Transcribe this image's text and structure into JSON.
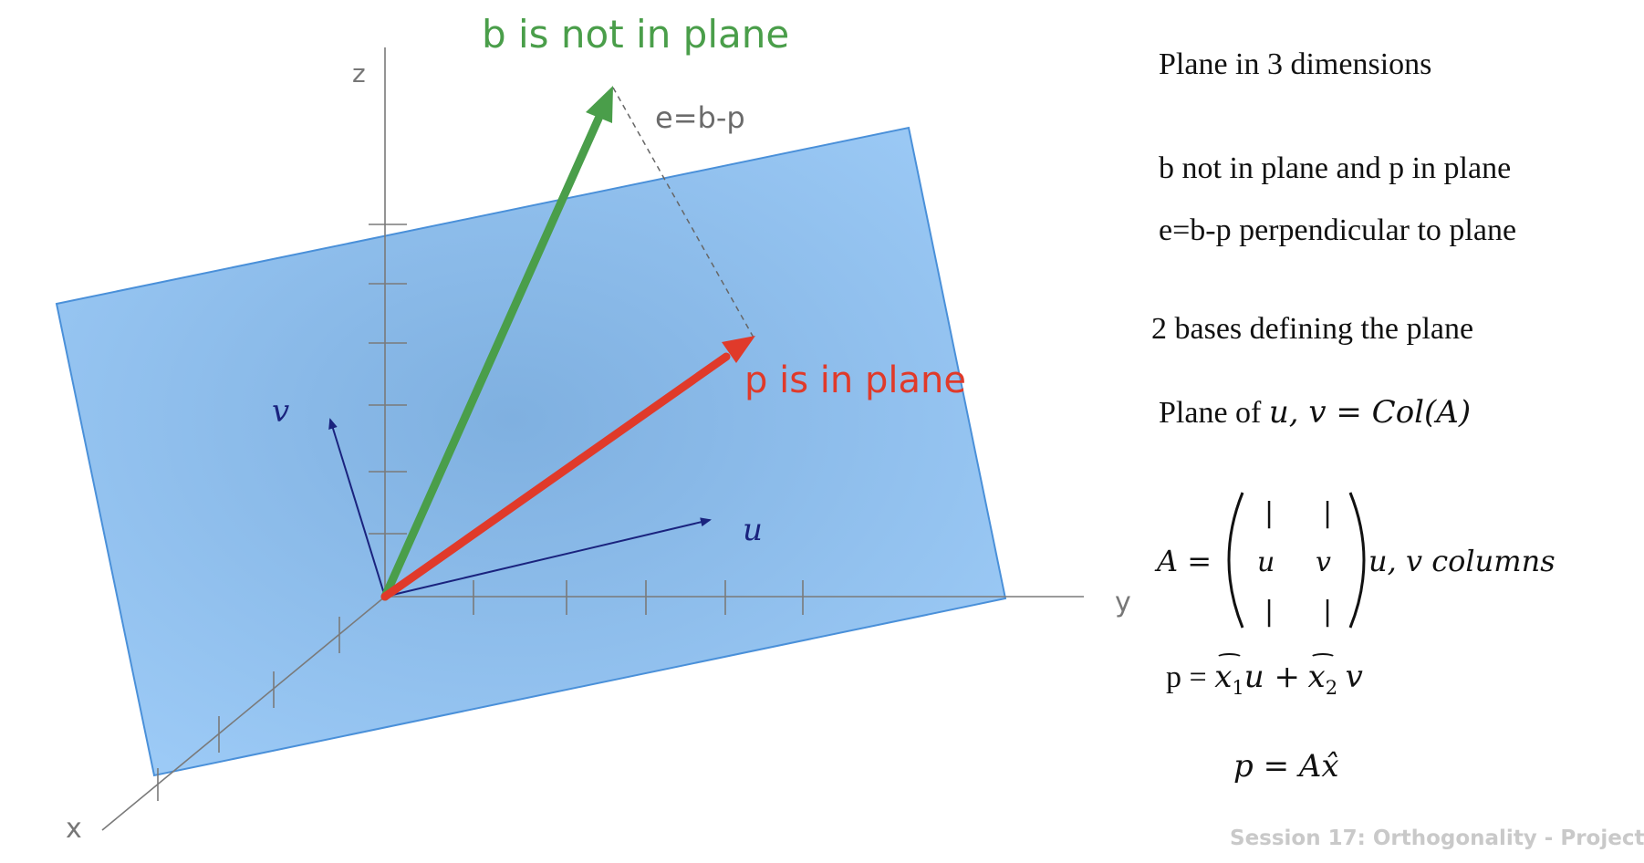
{
  "diagram": {
    "axes": {
      "x": "x",
      "y": "y",
      "z": "z"
    },
    "title_b": "b is not in plane",
    "label_e": "e=b-p",
    "label_p": "p is in plane",
    "label_u": "u",
    "label_v": "v",
    "colors": {
      "plane": "#8ec3f0",
      "plane_edge": "#4a90d9",
      "b_vector": "#4a9e4a",
      "p_vector": "#e03a2a",
      "basis": "#1a237e",
      "axis": "#777777"
    }
  },
  "notes": {
    "line1": "Plane in 3 dimensions",
    "line2": "b not in plane and p in plane",
    "line3": "e=b-p perpendicular to plane",
    "line4": "2 bases defining the plane",
    "line5_prefix": "Plane of ",
    "line5_math": "u, v = Col(A)",
    "matrix_lhs": "A =",
    "matrix_col1": [
      "|",
      "u",
      "|"
    ],
    "matrix_col2": [
      "|",
      "v",
      "|"
    ],
    "matrix_rhs": "u, v columns",
    "proj_lhs": "p =",
    "proj_x1": "x",
    "proj_sub1": "1",
    "proj_u": "u +",
    "proj_x2": "x",
    "proj_sub2": "2",
    "proj_v": "v",
    "final_eq": "p = Ax̂"
  },
  "footer": "Session 17: Orthogonality - Project"
}
